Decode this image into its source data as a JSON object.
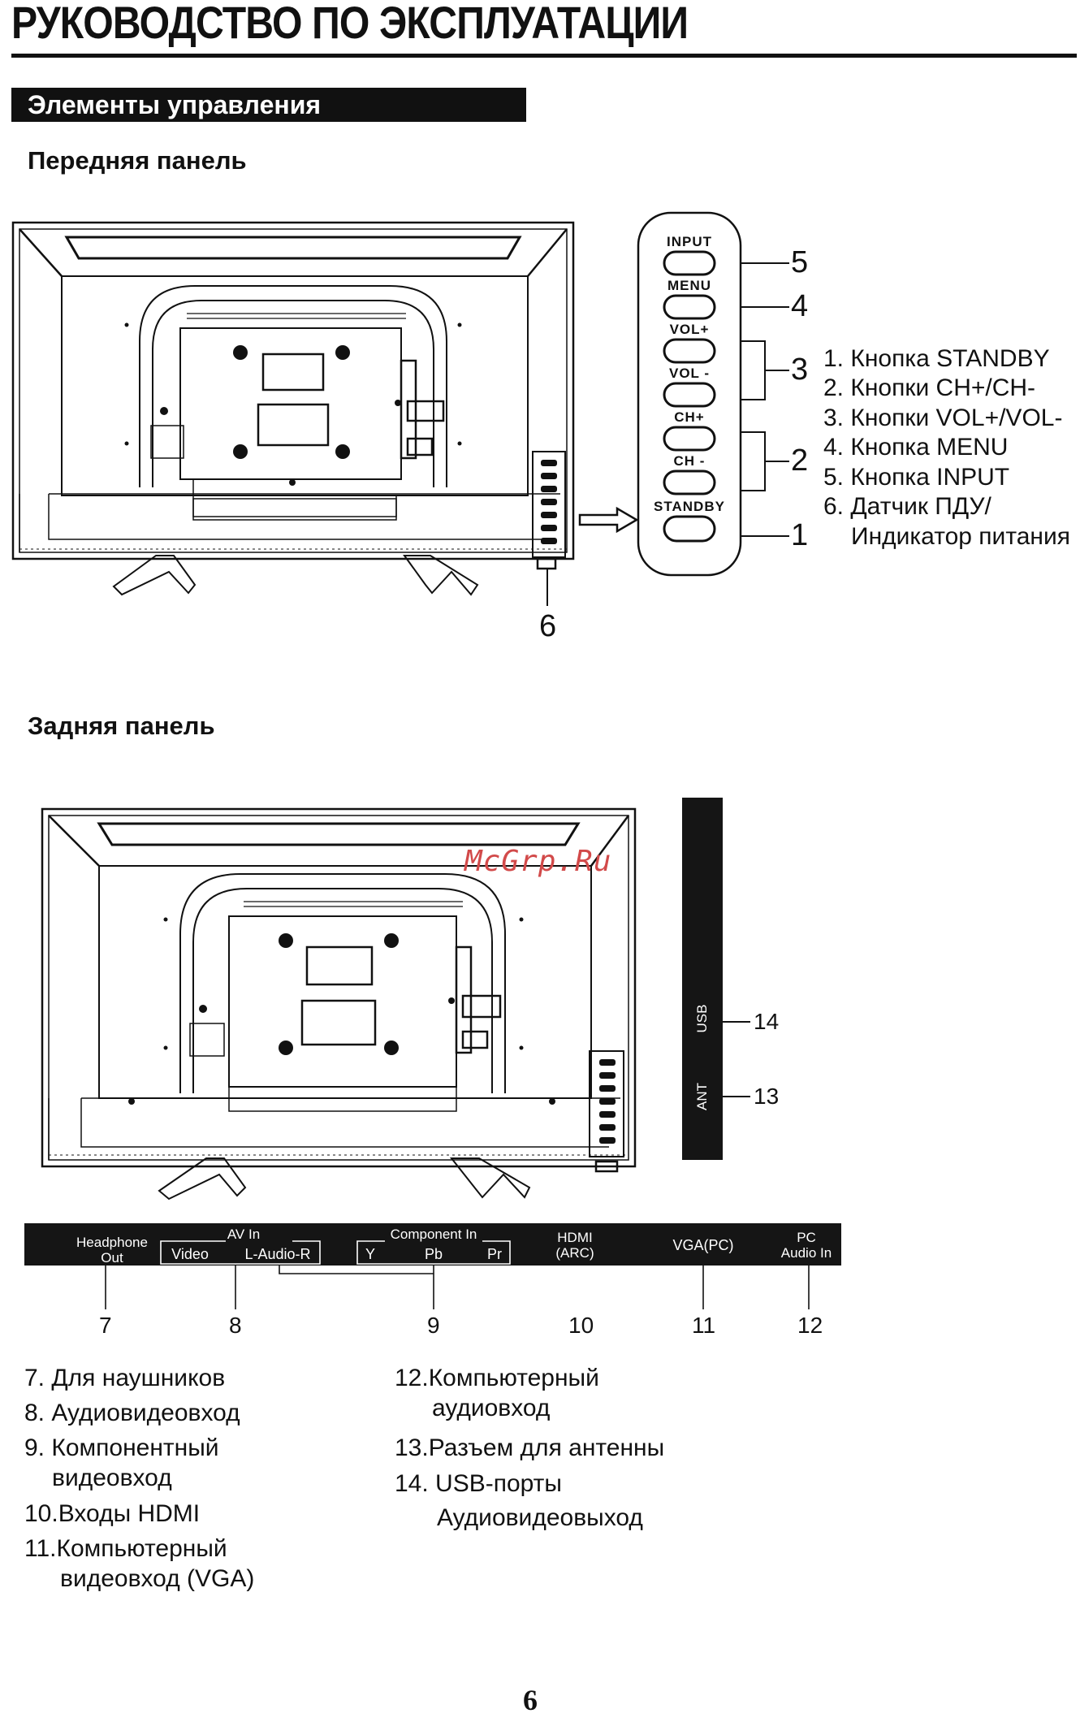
{
  "header": {
    "title": "РУКОВОДСТВО ПО ЭКСПЛУАТАЦИИ"
  },
  "section": {
    "title": "Элементы управления"
  },
  "front": {
    "heading": "Передняя панель",
    "buttons": [
      "INPUT",
      "MENU",
      "VOL+",
      "VOL -",
      "CH+",
      "CH -",
      "STANDBY"
    ],
    "callouts": [
      "5",
      "4",
      "3",
      "2",
      "1",
      "6"
    ],
    "legend": [
      "1. Кнопка STANDBY",
      "2. Кнопки CH+/CH-",
      "3. Кнопки VOL+/VOL-",
      "4. Кнопка MENU",
      "5. Кнопка INPUT",
      "6. Датчик ПДУ/",
      "Индикатор питания"
    ]
  },
  "rear": {
    "heading": "Задняя панель",
    "watermark": "McGrp.Ru",
    "side_ports": [
      {
        "label": "USB",
        "num": "14"
      },
      {
        "label": "ANT",
        "num": "13"
      }
    ],
    "strip": {
      "headphone": [
        "Headphone",
        "Out"
      ],
      "av_in_title": "AV In",
      "video": "Video",
      "laudior": "L-Audio-R",
      "component_title": "Component In",
      "y": "Y",
      "pb": "Pb",
      "pr": "Pr",
      "hdmi": [
        "HDMI",
        "(ARC)"
      ],
      "vga": "VGA(PC)",
      "pc": [
        "PC",
        "Audio In"
      ]
    },
    "numbers": [
      "7",
      "8",
      "9",
      "10",
      "11",
      "12"
    ],
    "list_left": [
      {
        "line1": "7. Для наушников"
      },
      {
        "line1": "8. Аудиовидеовход"
      },
      {
        "line1": "9. Компонентный",
        "line2": "видеовход"
      },
      {
        "line1": "10.Входы HDMI"
      },
      {
        "line1": "11.Компьютерный",
        "line2": "видеовход (VGA)"
      }
    ],
    "list_right": [
      {
        "line1": "12.Компьютерный",
        "line2": "аудиовход"
      },
      {
        "line1": "13.Разъем для антенны"
      },
      {
        "line1": "14. USB-порты",
        "line2": "Аудиовидеовыход"
      }
    ]
  },
  "page_number": "6"
}
